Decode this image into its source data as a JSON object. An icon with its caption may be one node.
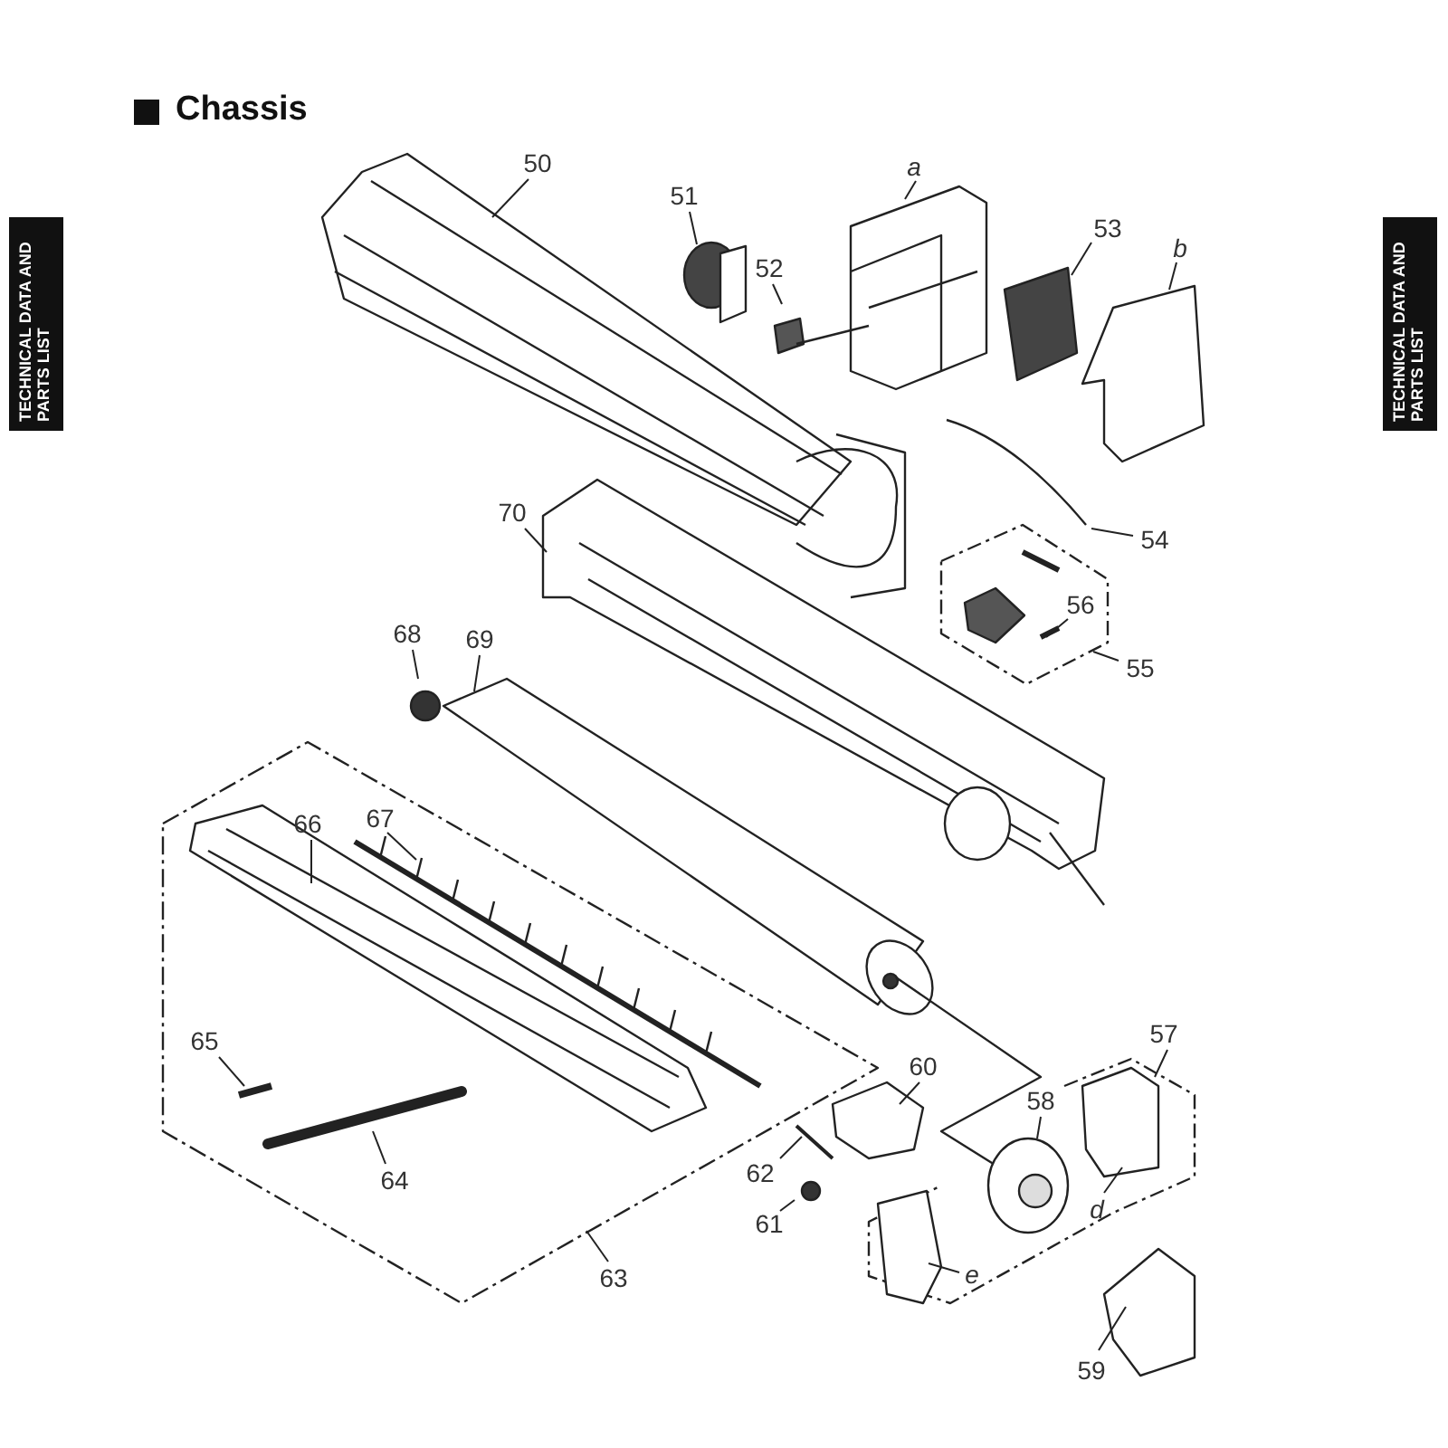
{
  "diagram": {
    "title": "Chassis",
    "nodes": [
      {
        "text": [
          "50"
        ]
      },
      {
        "text": [
          "51"
        ]
      },
      {
        "text": [
          "a"
        ]
      },
      {
        "text": [
          "52"
        ]
      },
      {
        "text": [
          "53"
        ]
      },
      {
        "text": [
          "b"
        ]
      },
      {
        "text": [
          "70"
        ]
      },
      {
        "text": [
          "54"
        ]
      },
      {
        "text": [
          "56"
        ]
      },
      {
        "text": [
          "68"
        ]
      },
      {
        "text": [
          "69"
        ]
      },
      {
        "text": [
          "55"
        ]
      },
      {
        "text": [
          "66"
        ]
      },
      {
        "text": [
          "67"
        ]
      },
      {
        "text": [
          "57"
        ]
      },
      {
        "text": [
          "65"
        ]
      },
      {
        "text": [
          "60"
        ]
      },
      {
        "text": [
          "58"
        ]
      },
      {
        "text": [
          "62"
        ]
      },
      {
        "text": [
          "64"
        ]
      },
      {
        "text": [
          "d"
        ]
      },
      {
        "text": [
          "61"
        ]
      },
      {
        "text": [
          "e"
        ]
      },
      {
        "text": [
          "63"
        ]
      },
      {
        "text": [
          "59"
        ]
      }
    ],
    "edges": [
      {
        "from": 0,
        "to": null,
        "arrow": "none"
      },
      {
        "from": 1,
        "to": null,
        "arrow": "none"
      },
      {
        "from": 2,
        "to": null,
        "arrow": "none"
      },
      {
        "from": 3,
        "to": null,
        "arrow": "none"
      },
      {
        "from": 4,
        "to": null,
        "arrow": "none"
      },
      {
        "from": 5,
        "to": null,
        "arrow": "none"
      },
      {
        "from": 6,
        "to": null,
        "arrow": "none"
      },
      {
        "from": 7,
        "to": null,
        "arrow": "none"
      },
      {
        "from": 8,
        "to": null,
        "arrow": "none"
      },
      {
        "from": 9,
        "to": null,
        "arrow": "none"
      },
      {
        "from": 10,
        "to": null,
        "arrow": "none"
      },
      {
        "from": 11,
        "to": null,
        "arrow": "none"
      },
      {
        "from": 12,
        "to": null,
        "arrow": "none"
      },
      {
        "from": 13,
        "to": null,
        "arrow": "none"
      },
      {
        "from": 14,
        "to": null,
        "arrow": "none"
      },
      {
        "from": 15,
        "to": null,
        "arrow": "none"
      },
      {
        "from": 16,
        "to": null,
        "arrow": "none"
      },
      {
        "from": 17,
        "to": null,
        "arrow": "none"
      },
      {
        "from": 18,
        "to": null,
        "arrow": "none"
      },
      {
        "from": 19,
        "to": null,
        "arrow": "none"
      },
      {
        "from": 20,
        "to": null,
        "arrow": "none"
      },
      {
        "from": 21,
        "to": null,
        "arrow": "none"
      },
      {
        "from": 22,
        "to": null,
        "arrow": "none"
      },
      {
        "from": 23,
        "to": null,
        "arrow": "none"
      },
      {
        "from": 24,
        "to": null,
        "arrow": "none"
      }
    ],
    "labels": [
      "TECHNICAL DATA AND PARTS LIST",
      "TECHNICAL DATA AND PARTS LIST"
    ]
  }
}
